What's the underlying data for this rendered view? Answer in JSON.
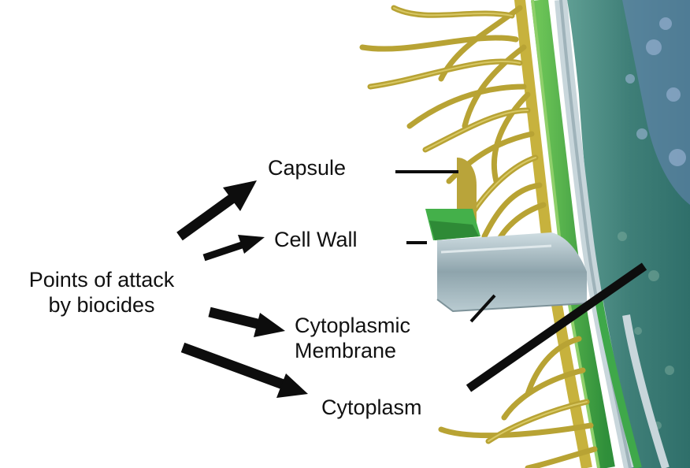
{
  "main_label": {
    "line1": "Points of attack",
    "line2": "by biocides"
  },
  "targets": {
    "capsule": "Capsule",
    "cell_wall": "Cell Wall",
    "cytoplasmic_membrane_line1": "Cytoplasmic",
    "cytoplasmic_membrane_line2": "Membrane",
    "cytoplasm": "Cytoplasm"
  },
  "colors": {
    "arrow": "#0d0d0d",
    "capsule_fibers": "#b8a334",
    "cell_wall": "#3fa84a",
    "membrane": "#a9bcc3",
    "cytoplasm": "#4f8f86"
  }
}
